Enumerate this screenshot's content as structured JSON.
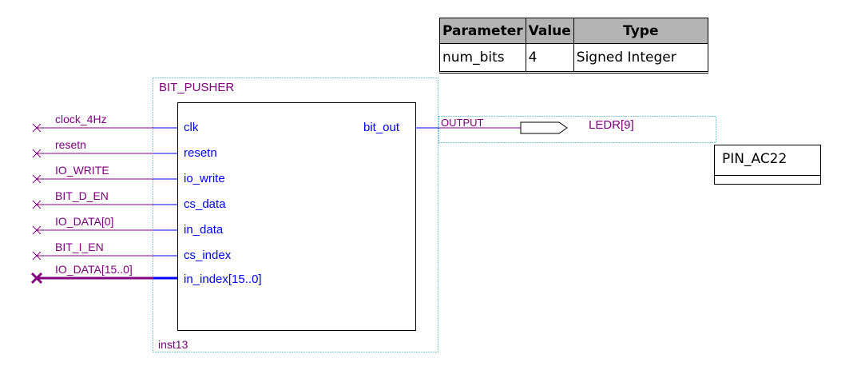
{
  "block": {
    "name": "BIT_PUSHER",
    "instance": "inst13"
  },
  "ports": [
    {
      "signal": "clock_4Hz",
      "port": "clk"
    },
    {
      "signal": "resetn",
      "port": "resetn"
    },
    {
      "signal": "IO_WRITE",
      "port": "io_write"
    },
    {
      "signal": "BIT_D_EN",
      "port": "cs_data"
    },
    {
      "signal": "IO_DATA[0]",
      "port": "in_data"
    },
    {
      "signal": "BIT_I_EN",
      "port": "cs_index"
    },
    {
      "signal": "IO_DATA[15..0]",
      "port": "in_index[15..0]",
      "bus": true
    }
  ],
  "output": {
    "port": "bit_out",
    "pin_type": "OUTPUT",
    "pin_name": "LEDR[9]",
    "location": "PIN_AC22"
  },
  "parameter_table": {
    "headers": [
      "Parameter",
      "Value",
      "Type"
    ],
    "rows": [
      [
        "num_bits",
        "4",
        "Signed Integer"
      ]
    ]
  },
  "colors": {
    "signal": "#800080",
    "port": "#0000ff",
    "dotted_border": "#0096b4",
    "header_fill": "#b4b4b4"
  }
}
